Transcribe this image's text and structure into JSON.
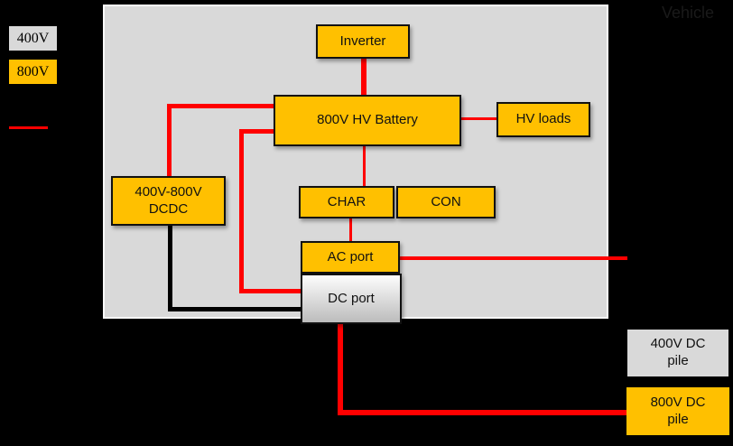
{
  "vehicle_title": "Vehicle",
  "legend": {
    "items": [
      {
        "label": "400V",
        "color": "#D9D9D9"
      },
      {
        "label": "800V",
        "color": "#FFC000"
      }
    ],
    "line_color": "#FF0000"
  },
  "nodes": {
    "inverter": {
      "label": "Inverter"
    },
    "battery": {
      "label": "800V HV Battery"
    },
    "hv_loads": {
      "label": "HV loads"
    },
    "char": {
      "label": "CHAR"
    },
    "con": {
      "label": "CON"
    },
    "ac_port": {
      "label": "AC port"
    },
    "dc_port": {
      "label": "DC port"
    },
    "dcdc": {
      "line1": "400V-800V",
      "line2": "DCDC"
    },
    "pile_400": {
      "line1": "400V DC",
      "line2": "pile"
    },
    "pile_800": {
      "line1": "800V DC",
      "line2": "pile"
    }
  },
  "edges": [
    {
      "from": "inverter",
      "to": "battery",
      "color": "red",
      "weight": "thick"
    },
    {
      "from": "battery",
      "to": "hv_loads",
      "color": "red",
      "weight": "thin"
    },
    {
      "from": "battery",
      "to": "char",
      "color": "red",
      "weight": "thin"
    },
    {
      "from": "char",
      "to": "ac_port",
      "color": "red",
      "weight": "thin"
    },
    {
      "from": "ac_port",
      "to": "external-right",
      "color": "red",
      "weight": "thick"
    },
    {
      "from": "dcdc",
      "to": "battery",
      "color": "red",
      "weight": "thick"
    },
    {
      "from": "battery",
      "to": "dc_port",
      "color": "red",
      "weight": "thick"
    },
    {
      "from": "dcdc",
      "to": "dc_port",
      "color": "black",
      "weight": "thick"
    },
    {
      "from": "dc_port",
      "to": "pile_800",
      "color": "red",
      "weight": "thick"
    }
  ],
  "colors": {
    "accent_orange": "#FFC000",
    "box_gray": "#D9D9D9",
    "wire_red": "#FF0000",
    "wire_black": "#000000",
    "background": "#000000"
  }
}
